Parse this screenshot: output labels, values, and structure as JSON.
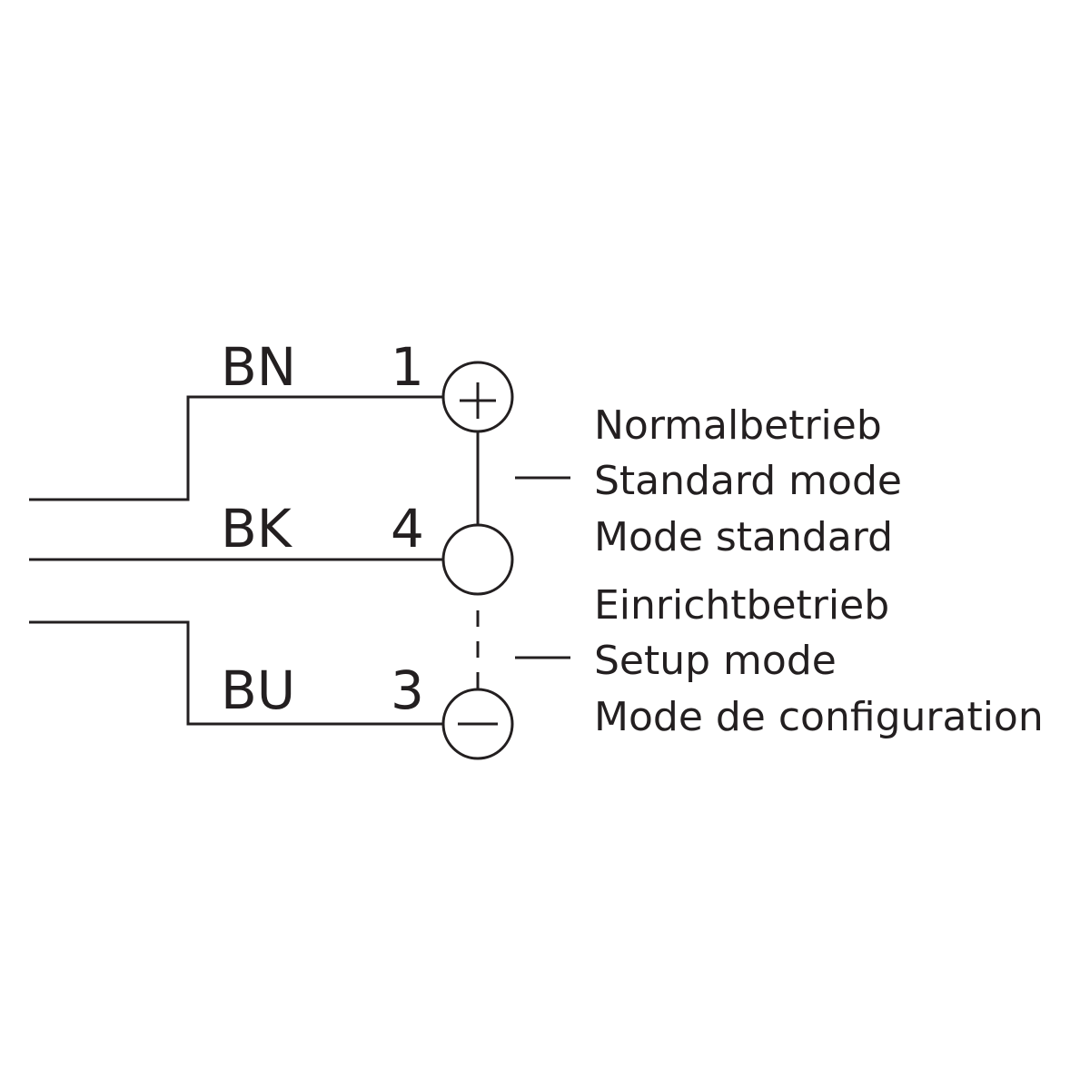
{
  "wires": [
    {
      "color_code": "BN",
      "pin": "1",
      "polarity_symbol": "+"
    },
    {
      "color_code": "BK",
      "pin": "4",
      "polarity_symbol": ""
    },
    {
      "color_code": "BU",
      "pin": "3",
      "polarity_symbol": "−"
    }
  ],
  "modes": {
    "normal": [
      "Normalbetrieb",
      "Standard mode",
      "Mode standard"
    ],
    "setup": [
      "Einrichtbetrieb",
      "Setup mode",
      "Mode de configuration"
    ]
  },
  "colors": {
    "line": "#231f20",
    "background": "#ffffff"
  },
  "icons": {
    "pin1": "plus-symbol",
    "pin3": "minus-symbol"
  }
}
